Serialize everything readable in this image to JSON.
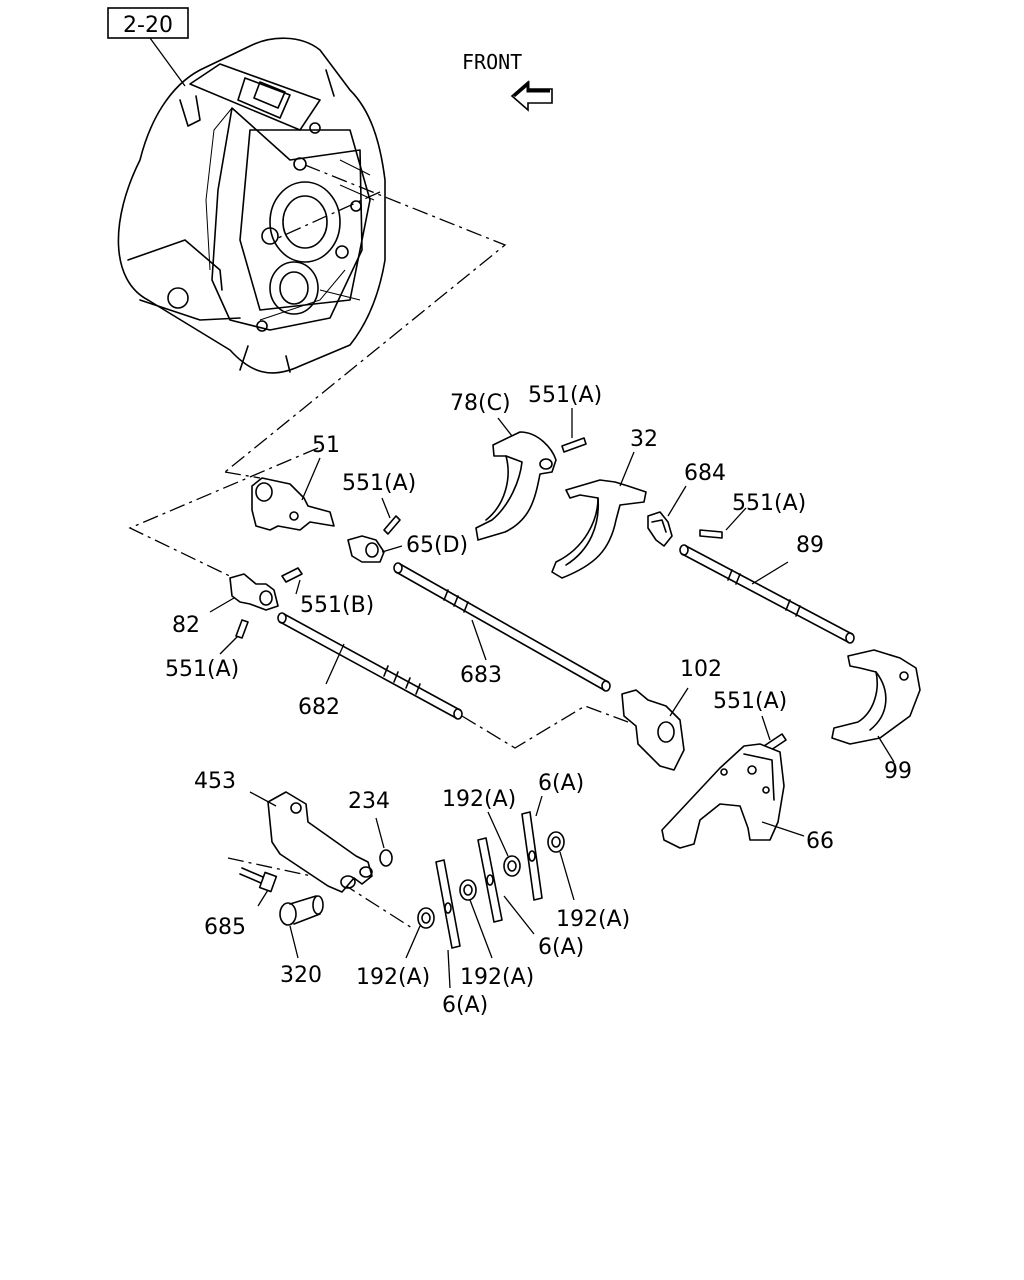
{
  "ref_box": "2-20",
  "direction_label": "FRONT",
  "icons": [
    "front-arrow-icon"
  ],
  "callouts": {
    "c78c": "78(C)",
    "c551a_top": "551(A)",
    "c32": "32",
    "c51": "51",
    "c551a_mid": "551(A)",
    "c684": "684",
    "c551a_right": "551(A)",
    "c65d": "65(D)",
    "c89": "89",
    "c551b": "551(B)",
    "c82": "82",
    "c551a_left": "551(A)",
    "c683": "683",
    "c102": "102",
    "c682": "682",
    "c551a_lower": "551(A)",
    "c99": "99",
    "c453": "453",
    "c234": "234",
    "c192a_top": "192(A)",
    "c6a_top": "6(A)",
    "c66": "66",
    "c192a_right": "192(A)",
    "c685": "685",
    "c6a_mid": "6(A)",
    "c320": "320",
    "c192a_bl": "192(A)",
    "c192a_bm": "192(A)",
    "c6a_bottom": "6(A)"
  }
}
